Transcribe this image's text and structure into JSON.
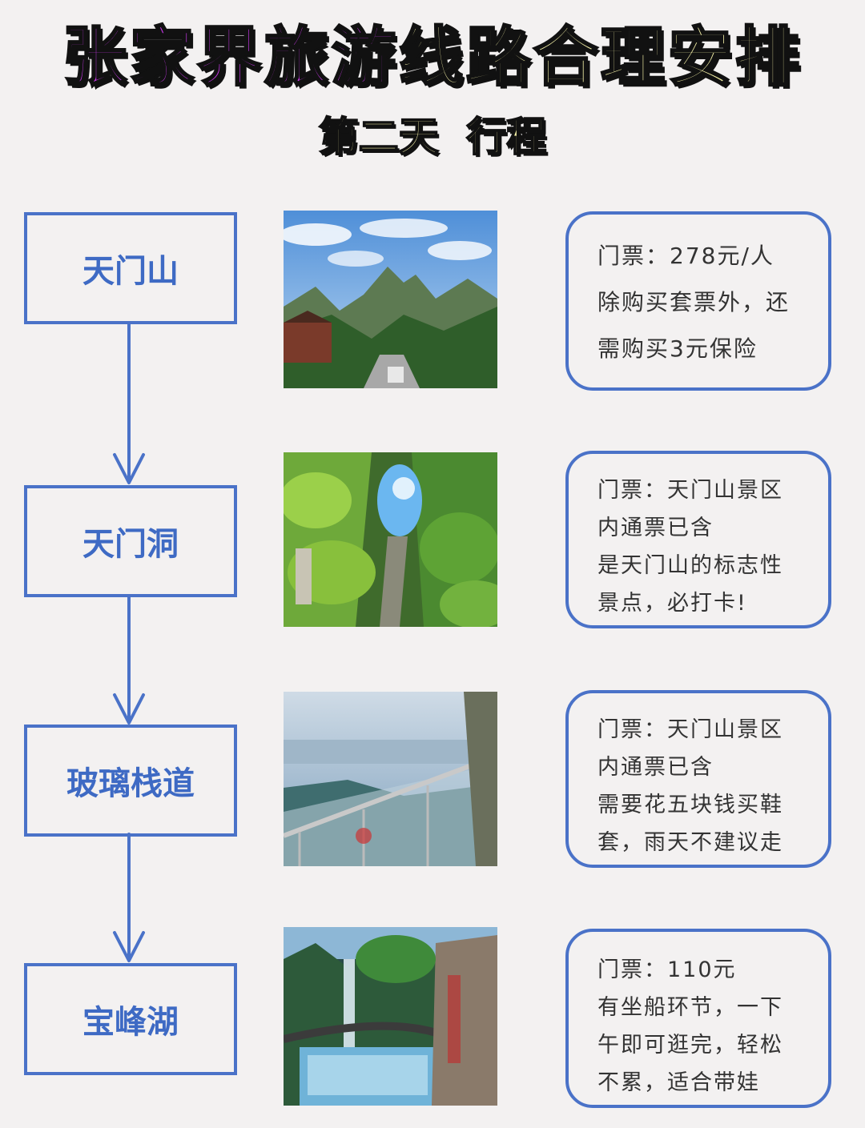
{
  "header": {
    "title_part1": "张家界旅游",
    "title_part2": "线路合理安排",
    "subtitle": "第二天  行程"
  },
  "colors": {
    "accent_blue": "#4a72c8",
    "title_purple": "#c938ea",
    "title_yellow": "#f6f2a8",
    "background": "#f3f1f1"
  },
  "steps": [
    {
      "name": "天门山",
      "photo": "tianmen-mountain-photo",
      "info": [
        "门票：278元/人",
        "除购买套票外，还",
        "需购买3元保险"
      ]
    },
    {
      "name": "天门洞",
      "photo": "tianmen-cave-photo",
      "info": [
        "门票：天门山景区",
        "内通票已含",
        "是天门山的标志性",
        "景点，必打卡!"
      ]
    },
    {
      "name": "玻璃栈道",
      "photo": "glass-skywalk-photo",
      "info": [
        "门票：天门山景区",
        "内通票已含",
        "需要花五块钱买鞋",
        "套，雨天不建议走"
      ]
    },
    {
      "name": "宝峰湖",
      "photo": "baofeng-lake-photo",
      "info": [
        "门票：110元",
        "有坐船环节，一下",
        "午即可逛完，轻松",
        "不累，适合带娃"
      ]
    }
  ]
}
